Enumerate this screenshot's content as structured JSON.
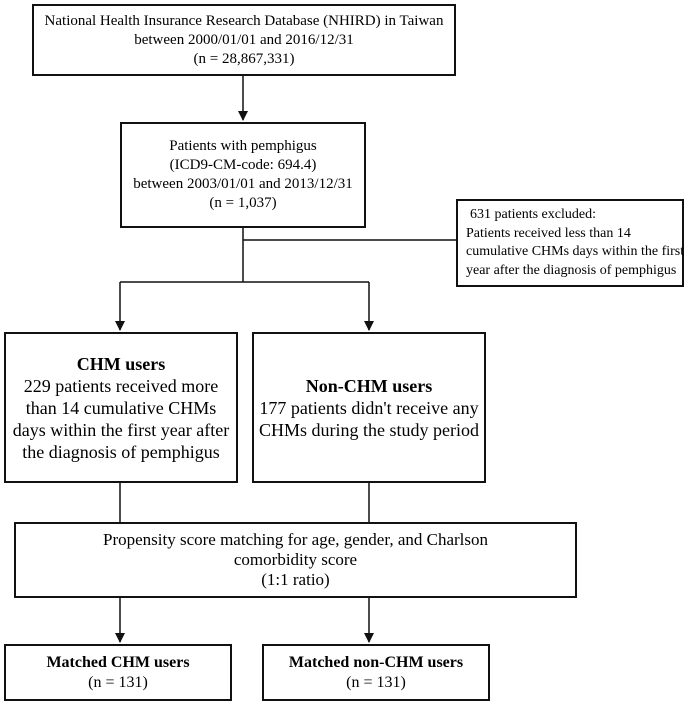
{
  "boxes": {
    "database": {
      "lines": [
        "National Health Insurance Research Database (NHIRD) in Taiwan",
        "between 2000/01/01 and 2016/12/31",
        "(n = 28,867,331)"
      ]
    },
    "pemphigus": {
      "lines": [
        "Patients with pemphigus",
        "(ICD9-CM-code: 694.4)",
        "between 2003/01/01 and 2013/12/31",
        "(n = 1,037)"
      ]
    },
    "excluded": {
      "lines": [
        "631 patients excluded:",
        "Patients received less than 14",
        "cumulative CHMs days within the first",
        "year after the diagnosis of pemphigus"
      ]
    },
    "chm_users": {
      "title": "CHM users",
      "lines": [
        "229 patients received more",
        "than 14 cumulative CHMs",
        "days within the first year after",
        "the diagnosis of pemphigus"
      ]
    },
    "non_chm_users": {
      "title": "Non-CHM users",
      "lines": [
        "177 patients didn't receive any",
        "CHMs during the study period"
      ]
    },
    "matching": {
      "lines": [
        "Propensity score matching for age, gender, and Charlson",
        "comorbidity score",
        "(1:1 ratio)"
      ]
    },
    "matched_chm": {
      "title": "Matched CHM users",
      "lines": [
        "(n = 131)"
      ]
    },
    "matched_non_chm": {
      "title": "Matched non-CHM users",
      "lines": [
        "(n = 131)"
      ]
    }
  }
}
